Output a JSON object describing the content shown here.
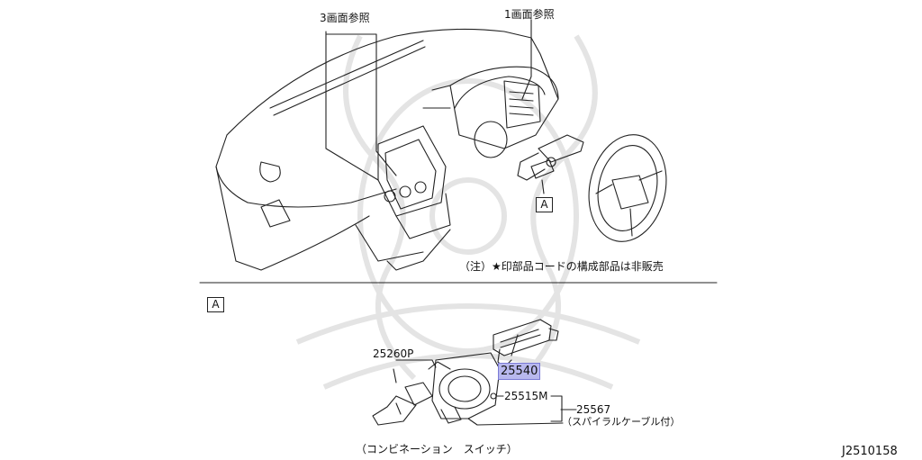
{
  "callouts": {
    "ref_3": "3画面参照",
    "ref_1": "1画面参照",
    "view_a_top": "A",
    "view_a_section": "A"
  },
  "note": "（注）★印部品コードの構成部品は非販売",
  "parts": {
    "p25260P": "25260P",
    "p25540": "25540",
    "p25515M": "25515M",
    "p25567": "25567",
    "p25567_desc": "（スパイラルケーブル付）"
  },
  "caption": "（コンビネーション　スイッチ）",
  "diagram_id": "J2510158",
  "colors": {
    "line": "#222222",
    "watermark": "#e6e6e6",
    "highlight": "#b8b8ee"
  }
}
